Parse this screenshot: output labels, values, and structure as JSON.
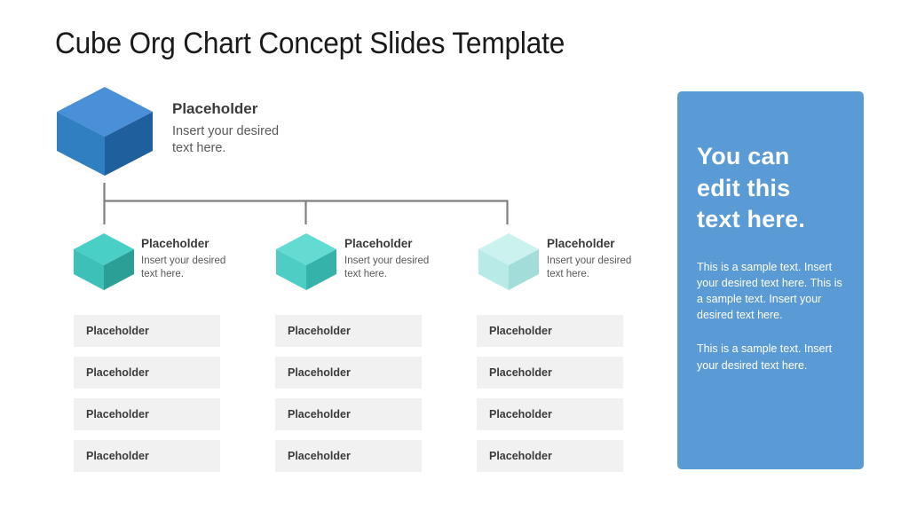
{
  "slide": {
    "title": "Cube Org Chart Concept Slides Template",
    "background": "#ffffff"
  },
  "org_chart": {
    "root": {
      "title": "Placeholder",
      "description": "Insert your desired text here.",
      "cube_icon": "blue-cube-icon",
      "colors": {
        "top": "#4a90d9",
        "left": "#2f7fc1",
        "right": "#1f5f9e"
      }
    },
    "children": [
      {
        "title": "Placeholder",
        "description": "Insert your desired text here.",
        "cube_icon": "teal-cube-icon",
        "colors": {
          "top": "#49cfc6",
          "left": "#3cc0b7",
          "right": "#2b9f96"
        }
      },
      {
        "title": "Placeholder",
        "description": "Insert your desired text here.",
        "cube_icon": "teal-cube-icon",
        "colors": {
          "top": "#63dbd3",
          "left": "#4ecdc4",
          "right": "#35b3aa"
        }
      },
      {
        "title": "Placeholder",
        "description": "Insert your desired text here.",
        "cube_icon": "pale-teal-cube-icon",
        "colors": {
          "top": "#cbf2ef",
          "left": "#b8eae7",
          "right": "#a3ddd9"
        }
      }
    ],
    "connector_color": "#808080"
  },
  "placeholder_columns": [
    {
      "rows": [
        "Placeholder",
        "Placeholder",
        "Placeholder",
        "Placeholder"
      ]
    },
    {
      "rows": [
        "Placeholder",
        "Placeholder",
        "Placeholder",
        "Placeholder"
      ]
    },
    {
      "rows": [
        "Placeholder",
        "Placeholder",
        "Placeholder",
        "Placeholder"
      ]
    }
  ],
  "side_panel": {
    "heading": "You can edit this text here.",
    "paragraph_1": "This is a sample text. Insert your desired text here. This is a sample text. Insert your desired text here.",
    "paragraph_2": "This is a sample text. Insert your desired text here.",
    "background_color": "#5b9bd5",
    "text_color": "#ffffff"
  }
}
